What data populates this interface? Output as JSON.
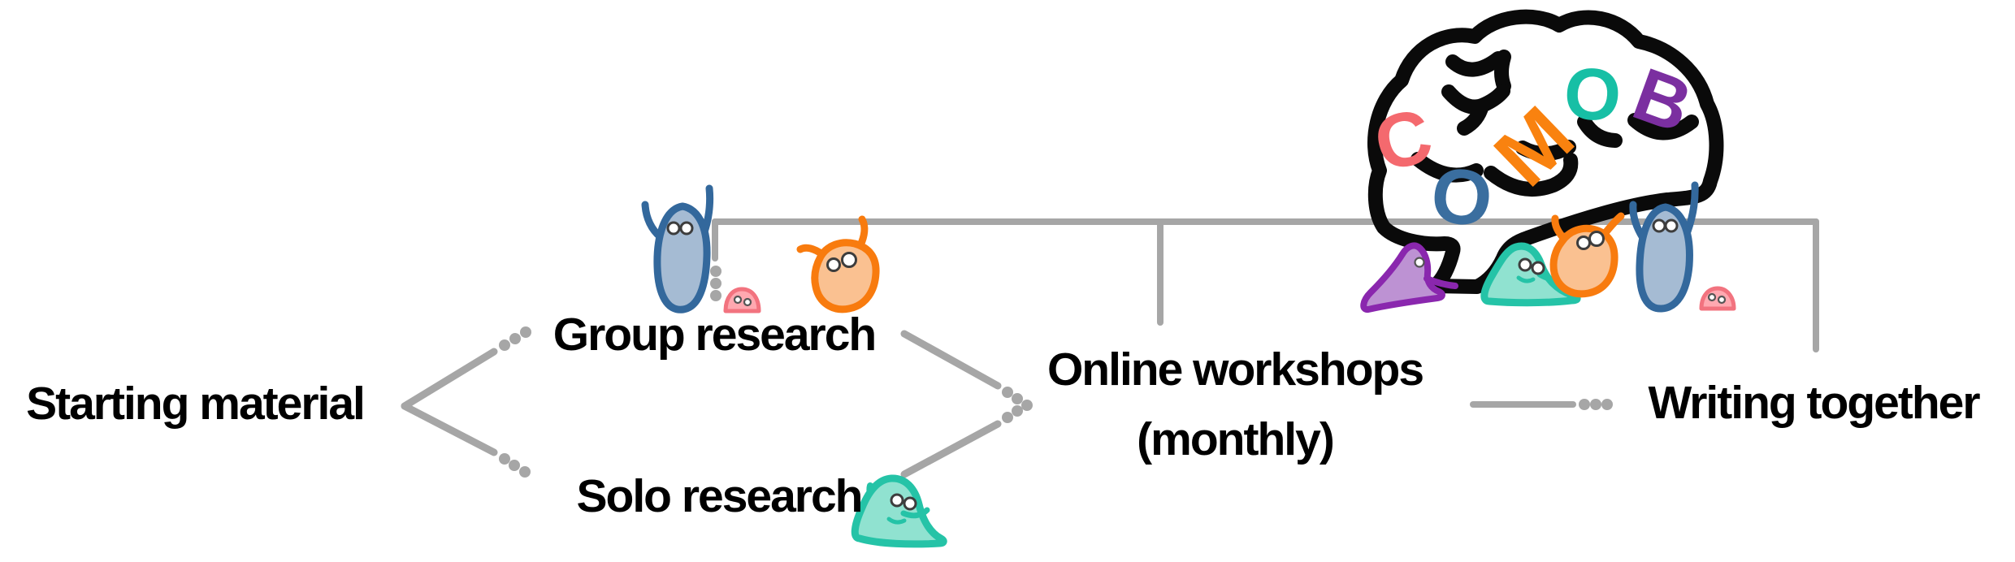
{
  "page": {
    "title": "COMOB research workflow diagram",
    "background": "#ffffff"
  },
  "diagram": {
    "connector_color": "#a6a6a6",
    "text_color": "#000000",
    "nodes": {
      "starting_material": {
        "label": "Starting material"
      },
      "group_research": {
        "label": "Group research"
      },
      "solo_research": {
        "label": "Solo research"
      },
      "online_workshops": {
        "line1": "Online workshops",
        "line2": "(monthly)"
      },
      "writing_together": {
        "label": "Writing together"
      }
    }
  },
  "logo": {
    "name": "COMOB brain",
    "outline_color": "#0a0a0a",
    "letters": [
      {
        "char": "C",
        "color": "#f4696e"
      },
      {
        "char": "O",
        "color": "#3a6e9f"
      },
      {
        "char": "M",
        "color": "#f9820f"
      },
      {
        "char": "O",
        "color": "#17bfa5"
      },
      {
        "char": "B",
        "color": "#7b2fa0"
      }
    ]
  },
  "characters": {
    "blue_cell": {
      "name": "blue cell",
      "outline": "#33689c",
      "fill": "#a5bbd3"
    },
    "pink_cell": {
      "name": "pink cell",
      "outline": "#f2737f",
      "fill": "#ffa8b0"
    },
    "orange_cell": {
      "name": "orange cell",
      "outline": "#f87b0e",
      "fill": "#fac191"
    },
    "teal_cell": {
      "name": "teal cell",
      "outline": "#25c3a7",
      "fill": "#90e2d0"
    },
    "purple_slug": {
      "name": "purple slug",
      "outline": "#8a27ae",
      "fill": "#bd92d3"
    }
  }
}
